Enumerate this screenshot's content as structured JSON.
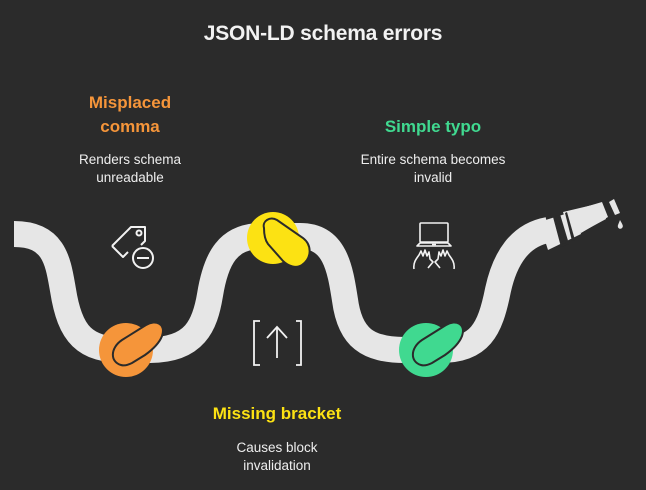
{
  "title": "JSON-LD schema errors",
  "colors": {
    "background": "#2b2b2b",
    "hose": "#e6e6e6",
    "orange": "#f5953a",
    "yellow": "#fce213",
    "green": "#40d990"
  },
  "items": [
    {
      "label_lines": [
        "Misplaced",
        "comma"
      ],
      "description_lines": [
        "Renders schema",
        "unreadable"
      ],
      "icon": "tag-minus-icon",
      "knot_color": "orange"
    },
    {
      "label_lines": [
        "Missing bracket"
      ],
      "description_lines": [
        "Causes block",
        "invalidation"
      ],
      "icon": "bracket-upload-icon",
      "knot_color": "yellow"
    },
    {
      "label_lines": [
        "Simple typo"
      ],
      "description_lines": [
        "Entire schema becomes",
        "invalid"
      ],
      "icon": "laptop-typing-icon",
      "knot_color": "green"
    }
  ]
}
